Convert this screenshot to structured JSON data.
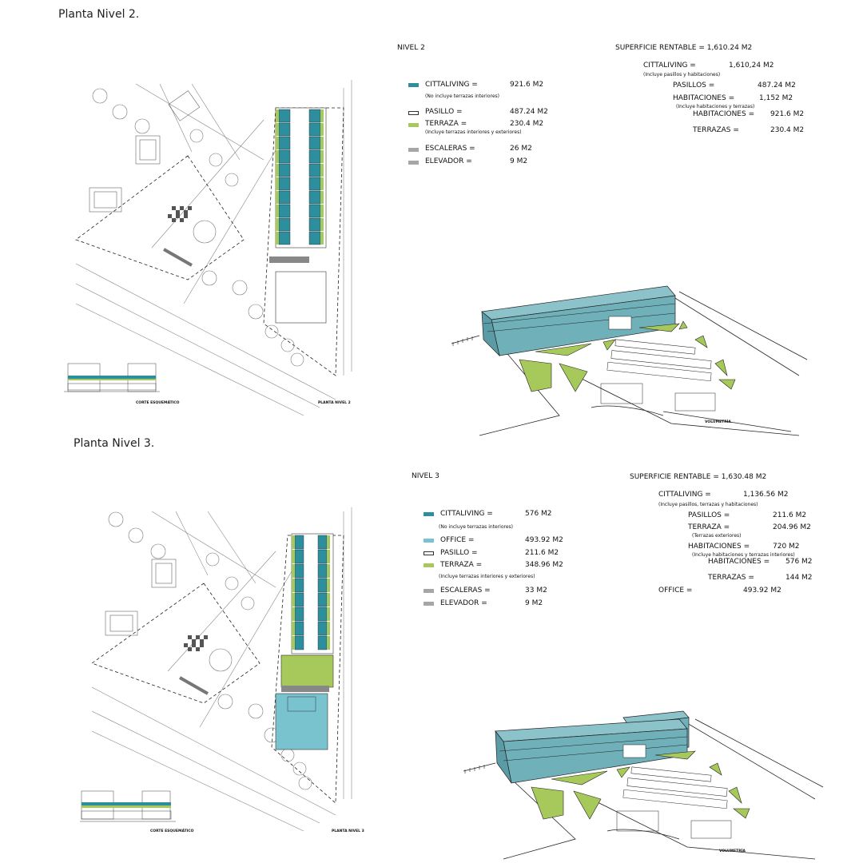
{
  "nivel2": {
    "sheet_title": "Planta Nivel 2.",
    "legend_title": "NIVEL 2",
    "legend": [
      {
        "label": "CITTALIVING =",
        "value": "921.6 M2",
        "note": "(No incluye terrazas interiores)",
        "swatch": "teal"
      },
      {
        "label": "PASILLO =",
        "value": "487.24 M2",
        "note": "",
        "swatch": "white"
      },
      {
        "label": "TERRAZA =",
        "value": "230.4 M2",
        "note": "(Incluye terrazas interiores y exteriores)",
        "swatch": "green"
      },
      {
        "label": "ESCALERAS =",
        "value": "26 M2",
        "note": "",
        "swatch": "grey"
      },
      {
        "label": "ELEVADOR =",
        "value": "9 M2",
        "note": "",
        "swatch": "grey"
      }
    ],
    "summary": {
      "title": "SUPERFICIE RENTABLE = 1,610.24 M2",
      "rows": [
        {
          "label": "CITTALIVING =",
          "value": "1,610,24 M2",
          "note": "(Incluye pasillos y habitaciones)"
        },
        {
          "label": "PASILLOS =",
          "value": "487.24 M2",
          "note": ""
        },
        {
          "label": "HABITACIONES =",
          "value": "1,152 M2",
          "note": "(Incluye habitaciones y terrazas)"
        },
        {
          "label": "HABITACIONES =",
          "value": "921.6 M2",
          "note": ""
        },
        {
          "label": "TERRAZAS =",
          "value": "230.4 M2",
          "note": ""
        }
      ]
    },
    "captions": {
      "section": "CORTE ESQUEMÁTICO",
      "plan": "PLANTA NIVEL 2",
      "volume": "VOLUMETRÍA"
    }
  },
  "nivel3": {
    "sheet_title": "Planta Nivel 3.",
    "legend_title": "NIVEL 3",
    "legend": [
      {
        "label": "CITTALIVING =",
        "value": "576 M2",
        "note": "(No incluye terrazas interiores)",
        "swatch": "teal"
      },
      {
        "label": "OFFICE =",
        "value": "493.92 M2",
        "note": "",
        "swatch": "office"
      },
      {
        "label": "PASILLO =",
        "value": "211.6 M2",
        "note": "",
        "swatch": "white"
      },
      {
        "label": "TERRAZA =",
        "value": "348.96 M2",
        "note": "(Incluye terrazas interiores y exteriores)",
        "swatch": "green"
      },
      {
        "label": "ESCALERAS =",
        "value": "33 M2",
        "note": "",
        "swatch": "grey"
      },
      {
        "label": "ELEVADOR =",
        "value": "9 M2",
        "note": "",
        "swatch": "grey"
      }
    ],
    "summary": {
      "title": "SUPERFICIE RENTABLE = 1,630.48 M2",
      "rows": [
        {
          "label": "CITTALIVING =",
          "value": "1,136.56 M2",
          "note": "(Incluye pasillos, terrazas y habitaciones)"
        },
        {
          "label": "PASILLOS =",
          "value": "211.6 M2",
          "note": ""
        },
        {
          "label": "TERRAZA =",
          "value": "204.96 M2",
          "note": "(Terrazas exteriores)"
        },
        {
          "label": "HABITACIONES =",
          "value": "720 M2",
          "note": "(Incluye habitaciones y terrazas interiores)"
        },
        {
          "label": "HABITACIONES =",
          "value": "576 M2",
          "note": ""
        },
        {
          "label": "TERRAZAS =",
          "value": "144 M2",
          "note": ""
        },
        {
          "label": "OFFICE =",
          "value": "493.92 M2",
          "note": ""
        }
      ]
    },
    "captions": {
      "section": "CORTE ESQUEMÁTICO",
      "plan": "PLANTA NIVEL 3",
      "volume": "VOLUMETRÍA"
    }
  },
  "colors": {
    "teal": "#2d8f9e",
    "office": "#79c3cf",
    "green": "#a7c85a",
    "grey": "#a6a6a6",
    "volume": "#6fb0b9"
  }
}
